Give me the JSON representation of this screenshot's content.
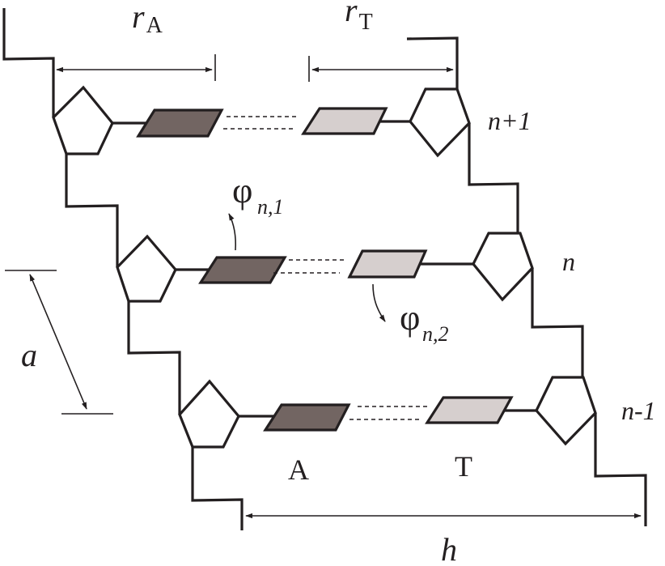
{
  "figure": {
    "description": "Schematic of a DNA double helix segment with A-T base pairs, sugar rings and backbone",
    "colors": {
      "line": "#231f20",
      "base_A_fill": "#726562",
      "base_T_fill": "#d6cfce",
      "sugar_fill": "#ffffff",
      "background": "#ffffff"
    }
  },
  "labels": {
    "r_A": {
      "main": "r",
      "sub": "A"
    },
    "r_T": {
      "main": "r",
      "sub": "T"
    },
    "phi_n1": {
      "main": "φ",
      "sub": "n,1"
    },
    "phi_n2": {
      "main": "φ",
      "sub": "n,2"
    },
    "a": "a",
    "h": "h",
    "base_A": "A",
    "base_T": "T",
    "pairs": [
      {
        "index_label": "n+1"
      },
      {
        "index_label": "n"
      },
      {
        "index_label": "n-1"
      }
    ]
  }
}
